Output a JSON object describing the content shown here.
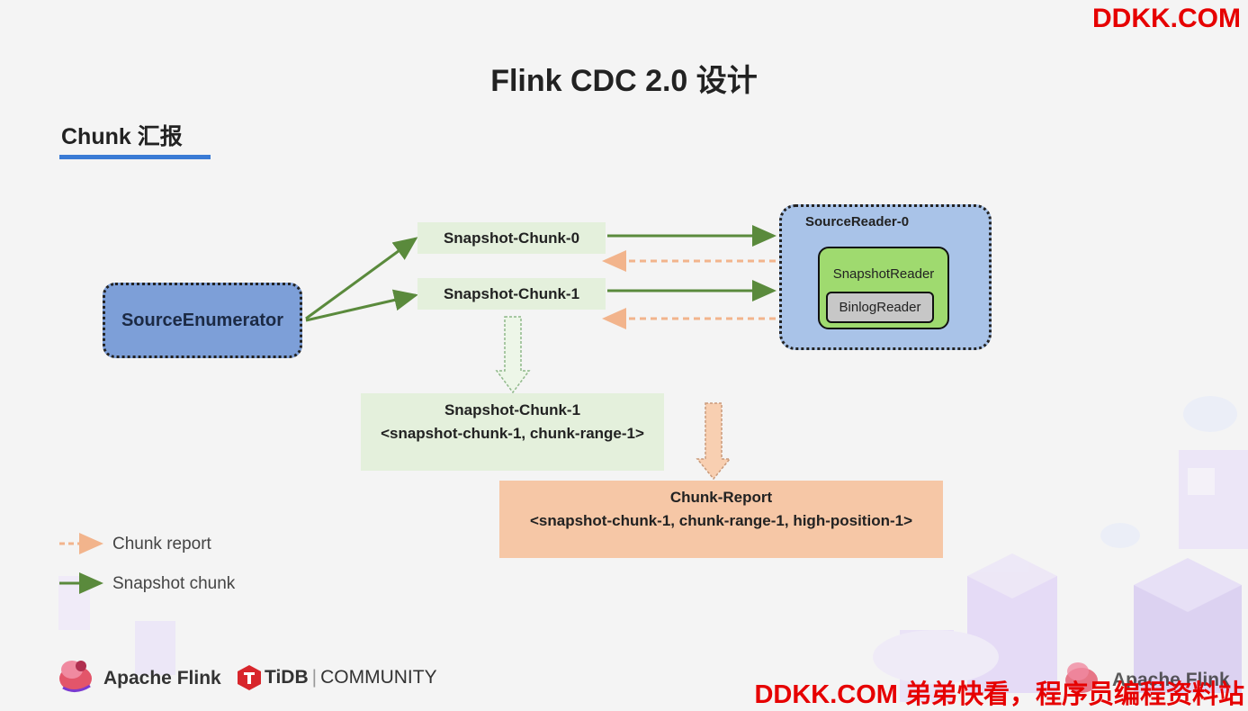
{
  "watermark": {
    "top": "DDKK.COM",
    "bottom": "DDKK.COM 弟弟快看，程序员编程资料站"
  },
  "title": "Flink CDC 2.0 设计",
  "section_title": "Chunk 汇报",
  "nodes": {
    "source_enumerator": "SourceEnumerator",
    "snapshot_chunk_0": "Snapshot-Chunk-0",
    "snapshot_chunk_1": "Snapshot-Chunk-1",
    "source_reader": "SourceReader-0",
    "snapshot_reader": "SnapshotReader",
    "binlog_reader": "BinlogReader"
  },
  "info_box": {
    "line1": "Snapshot-Chunk-1",
    "line2": "<snapshot-chunk-1, chunk-range-1>"
  },
  "report_box": {
    "line1": "Chunk-Report",
    "line2": "<snapshot-chunk-1, chunk-range-1, high-position-1>"
  },
  "legend": {
    "chunk_report": "Chunk report",
    "snapshot_chunk": "Snapshot chunk"
  },
  "footer": {
    "apache_flink": "Apache Flink",
    "tidb": "TiDB",
    "separator": "|",
    "community": "COMMUNITY",
    "right_logo_text": "Apache Flink"
  },
  "colors": {
    "snapshot_arrow": "#5a8a3c",
    "report_arrow": "#f2b48c",
    "watermark": "#e60000",
    "underline": "#3a7bd5"
  }
}
